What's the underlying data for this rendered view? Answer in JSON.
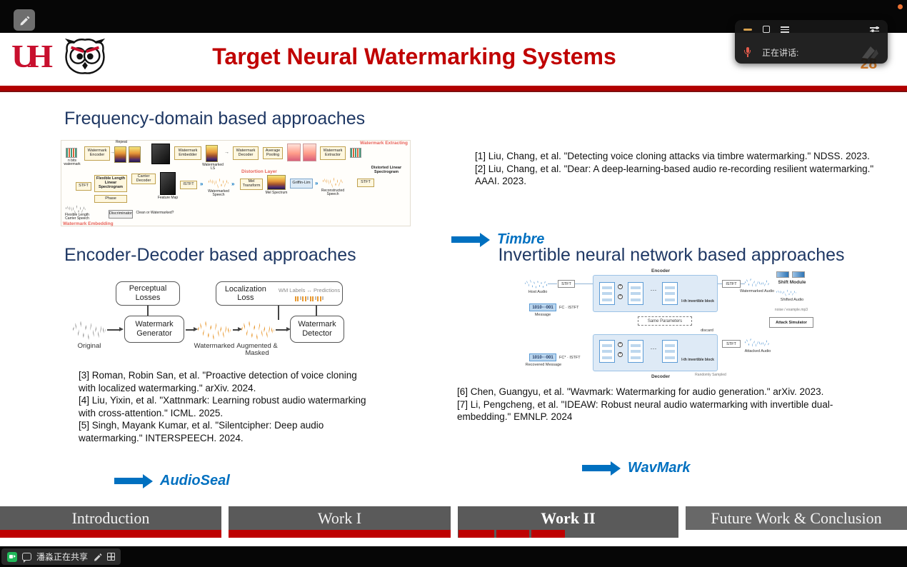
{
  "chrome": {
    "notification_dot_color": "#E97132",
    "annotation_button_icon": "pen-icon"
  },
  "meeting_toolbar": {
    "speaking_label": "正在讲话:",
    "icons": [
      "minimize-icon",
      "restore-window-icon",
      "menu-icon",
      "layout-toggle-icon",
      "mic-muted-icon",
      "speaker-avatar-icon"
    ]
  },
  "share_bar": {
    "text": "潘淼正在共享",
    "icons": [
      "meeting-app-icon",
      "chat-icon",
      "pen-icon",
      "whiteboard-icon"
    ]
  },
  "slide": {
    "logos": {
      "uh": "UH"
    },
    "title": "Target Neural Watermarking Systems",
    "page_number": "28",
    "colors": {
      "accent_red": "#C00000",
      "heading_navy": "#1F3864",
      "keyword_blue": "#0070C0"
    },
    "freq": {
      "heading": "Frequency-domain based approaches",
      "keyword": "Timbre",
      "refs": [
        "[1] Liu, Chang, et al. \"Detecting voice cloning attacks via timbre watermarking.\" NDSS. 2023.",
        "[2] Liu, Chang, et al. \"Dear: A deep-learning-based audio re-recording resilient watermarking.\" AAAI. 2023."
      ],
      "diagram": {
        "caption_extracting": "Watermark Extracting",
        "caption_embedding": "Watermark Embedding",
        "caption_distortion": "Distortion Layer",
        "nbits": "n bits watermark",
        "encoder": "Watermark Encoder",
        "repeat": "Repeat",
        "embedder": "Watermark Embedder",
        "watermarked_ls": "Watermarked LS",
        "decoder": "Watermark Decoder",
        "avg_pool": "Average Pooling",
        "extractor": "Watermark Extractor",
        "distorted_ls": "Distorted Linear Spectrogram",
        "stft": "STFT",
        "flls": "Flexible Length Linear Spectrogram",
        "phase": "Phase",
        "carrier_decoder": "Carrier Decoder",
        "feature_map": "Feature Map",
        "istft": "ISTFT",
        "watermarked_speech": "Watermarked Speech",
        "mel_transform": "Mel Transform",
        "mel_spectrum": "Mel Spectrum",
        "griffin_lim": "Griffin-Lim",
        "reconstructed_speech": "Reconstructed Speech",
        "carrier_speech": "Flexible Length Carrier Speech",
        "discriminator": "Discriminator",
        "clean_or": "Clean or Watermarked?"
      }
    },
    "encdec": {
      "heading": "Encoder-Decoder based approaches",
      "keyword": "AudioSeal",
      "refs": [
        "[3] Roman, Robin San, et al. \"Proactive detection of voice cloning with localized watermarking.\" arXiv. 2024.",
        "[4] Liu, Yixin, et al. \"Xattnmark: Learning robust audio watermarking with cross-attention.\" ICML. 2025.",
        "[5] Singh, Mayank Kumar, et al. \"Silentcipher: Deep audio watermarking.\" INTERSPEECH. 2024."
      ],
      "diagram": {
        "perceptual": "Perceptual Losses",
        "localization": "Localization Loss",
        "wm_labels": "WM Labels ↔ Predictions",
        "generator": "Watermark Generator",
        "detector": "Watermark Detector",
        "original": "Original",
        "watermarked": "Watermarked",
        "augmented": "Augmented & Masked"
      }
    },
    "inn": {
      "heading": "Invertible neural network based approaches",
      "keyword": "WavMark",
      "refs": [
        "[6] Chen, Guangyu, et al. \"Wavmark: Watermarking for audio generation.\" arXiv. 2023.",
        "[7] Li, Pengcheng, et al. \"IDEAW: Robust neural audio watermarking with invertible dual-embedding.\" EMNLP. 2024"
      ],
      "diagram": {
        "encoder_label": "Encoder",
        "decoder_label": "Decoder",
        "host_audio": "Host Audio",
        "stft": "STFT",
        "istft": "ISTFT",
        "watermarked_audio": "Watermarked Audio",
        "message_bits": "1010···001",
        "message_label": "Message",
        "fc_top": "FC · ISTFT",
        "fc_bottom": "FC* · ISTFT",
        "inv_block": "I-th invertible block",
        "same_parameters": "Same Parameters",
        "shift_module": "Shift Module",
        "shifted_audio": "Shifted Audio",
        "attack_source": "noise / example.mp3",
        "attack_simulator": "Attack Simulator",
        "attacked_audio": "Attacked Audio",
        "discard": "discard",
        "recovered_label": "Recovered Message",
        "random_label": "Randomly Sampled",
        "dots": "···"
      }
    },
    "nav": {
      "items": [
        "Introduction",
        "Work I",
        "Work II",
        "Future Work & Conclusion"
      ],
      "active": "Work II"
    }
  }
}
